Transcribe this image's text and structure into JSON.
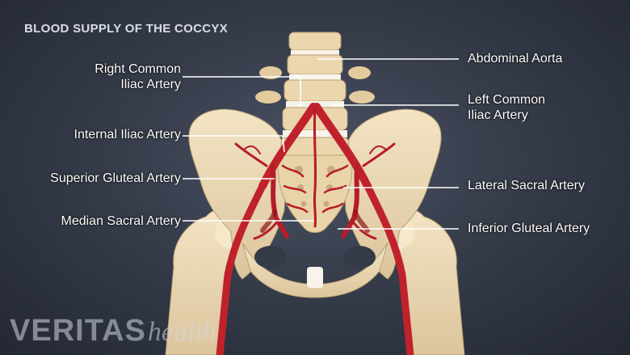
{
  "title": "BLOOD SUPPLY OF THE COCCYX",
  "labels": {
    "right_common_iliac": [
      "Right Common",
      "Iliac Artery"
    ],
    "internal_iliac": "Internal Iliac Artery",
    "superior_gluteal": "Superior Gluteal Artery",
    "median_sacral": "Median Sacral Artery",
    "abdominal_aorta": "Abdominal Aorta",
    "left_common_iliac": [
      "Left Common",
      "Iliac Artery"
    ],
    "lateral_sacral": "Lateral Sacral Artery",
    "inferior_gluteal": "Inferior Gluteal Artery"
  },
  "logo": {
    "brand": "VERITAS",
    "sub": "health"
  },
  "colors": {
    "bone": "#eedcb8",
    "bone_shadow": "#c9b48c",
    "artery": "#c0222c",
    "artery_dark": "#8e1219",
    "cartilage": "#ffffff",
    "leader_line": "#ffffff"
  }
}
